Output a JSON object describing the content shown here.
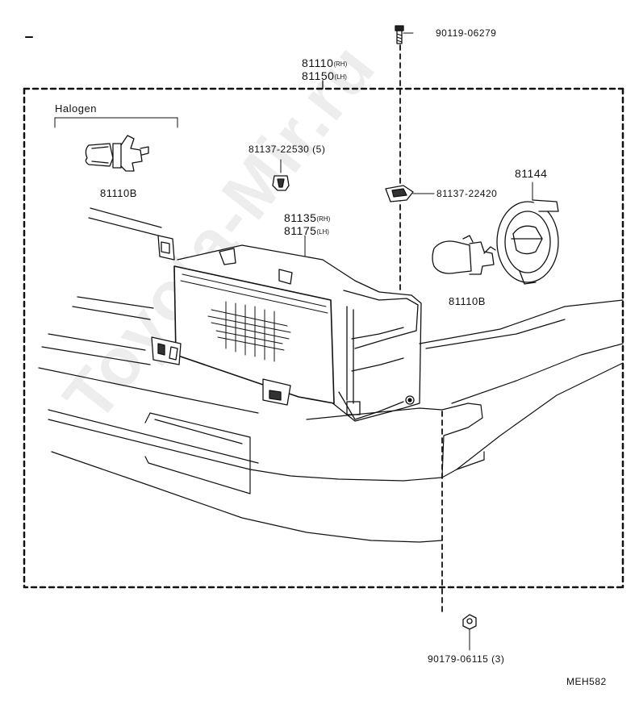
{
  "watermark": "Toyota-Mir.ru",
  "diagram_code": "MEH582",
  "group_label": "Halogen",
  "assembly": {
    "rh_part": "81110",
    "rh_tag": "(RH)",
    "lh_part": "81150",
    "lh_tag": "(LH)"
  },
  "unit": {
    "rh_part": "81135",
    "rh_tag": "(RH)",
    "lh_part": "81175",
    "lh_tag": "(LH)"
  },
  "parts": {
    "screw": "90119-06279",
    "clip_upper": "81137-22530 (5)",
    "clip_right": "81137-22420",
    "bulb_left": "81110B",
    "bulb_right": "81110B",
    "bulb_cover": "81144",
    "nut": "90179-06115 (3)"
  }
}
